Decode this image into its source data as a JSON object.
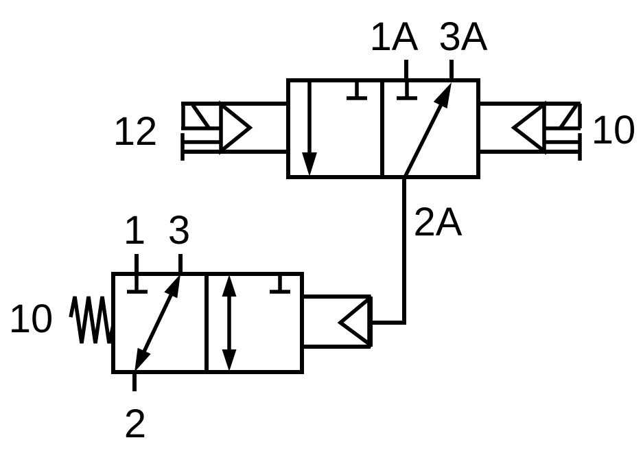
{
  "colors": {
    "background": "#ffffff",
    "line": "#000000"
  },
  "top_valve": {
    "symbol": "3/2-way-valve-pilot-operated-both-sides",
    "labels": {
      "port_1a": "1A",
      "port_3a": "3A",
      "port_2a": "2A",
      "pilot_left": "12",
      "pilot_right": "10"
    }
  },
  "bottom_valve": {
    "symbol": "3/2-way-valve-pilot-operated-spring-return",
    "labels": {
      "port_1": "1",
      "port_3": "3",
      "port_2": "2",
      "spring_return": "10"
    }
  }
}
